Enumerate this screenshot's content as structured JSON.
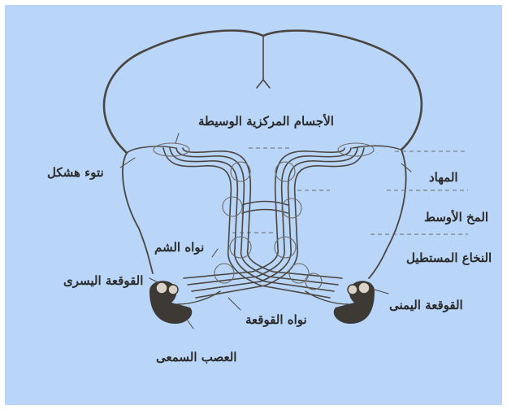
{
  "labels": {
    "central_bodies": "الأجسام المركزية الوسيطة",
    "heschl": "نتوء هشكل",
    "thalamus": "المهاد",
    "midbrain": "المخ الأوسط",
    "medulla": "النخاع المستطيل",
    "olivary": "نواه الشم",
    "left_cochlea": "القوقعة اليسرى",
    "right_cochlea": "القوقعة اليمنى",
    "cochlear_nucleus": "نواه القوقعة",
    "auditory_nerve": "العصب السمعى"
  },
  "colors": {
    "background": "#b9d6f8",
    "ink": "#4a4540"
  }
}
